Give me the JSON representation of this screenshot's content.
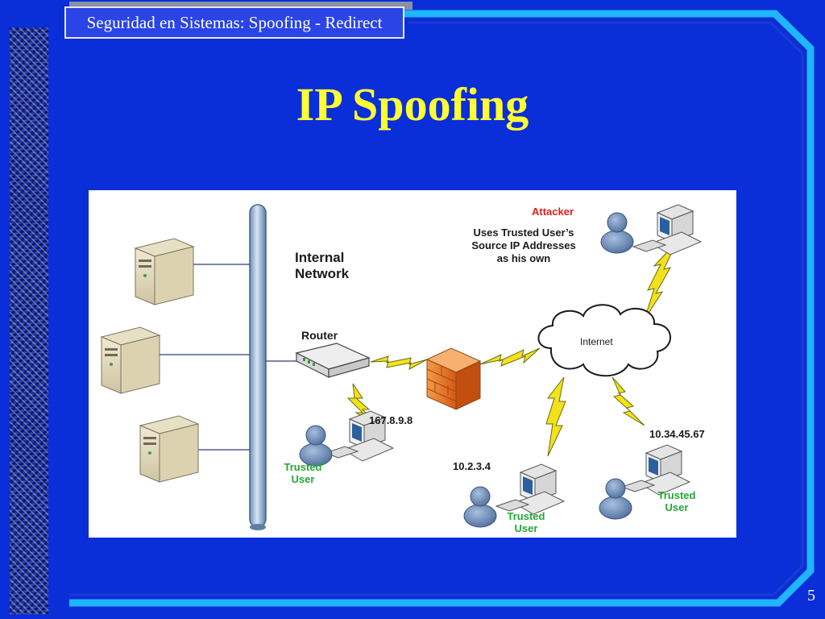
{
  "header": {
    "course_title": "Seguridad en Sistemas: Spoofing - Redirect"
  },
  "slide": {
    "title": "IP Spoofing",
    "page_number": "5"
  },
  "diagram": {
    "internal_network_label": "Internal\nNetwork",
    "router_label": "Router",
    "internet_label": "Internet",
    "attacker_label": "Attacker",
    "attacker_note": "Uses Trusted User’s\nSource IP Addresses\nas his own",
    "trusted_user_label": "Trusted\nUser",
    "ip_local": "167.8.9.8",
    "ip_bottom_left": "10.2.3.4",
    "ip_bottom_right": "10.34.45.67"
  },
  "colors": {
    "background": "#0a2ed8",
    "title": "#ffff33",
    "frame": "#1fb5ff",
    "attacker_text": "#e0201a",
    "trusted_text": "#22a838",
    "lightning": "#f2e21a",
    "firewall": "#f07a28"
  }
}
